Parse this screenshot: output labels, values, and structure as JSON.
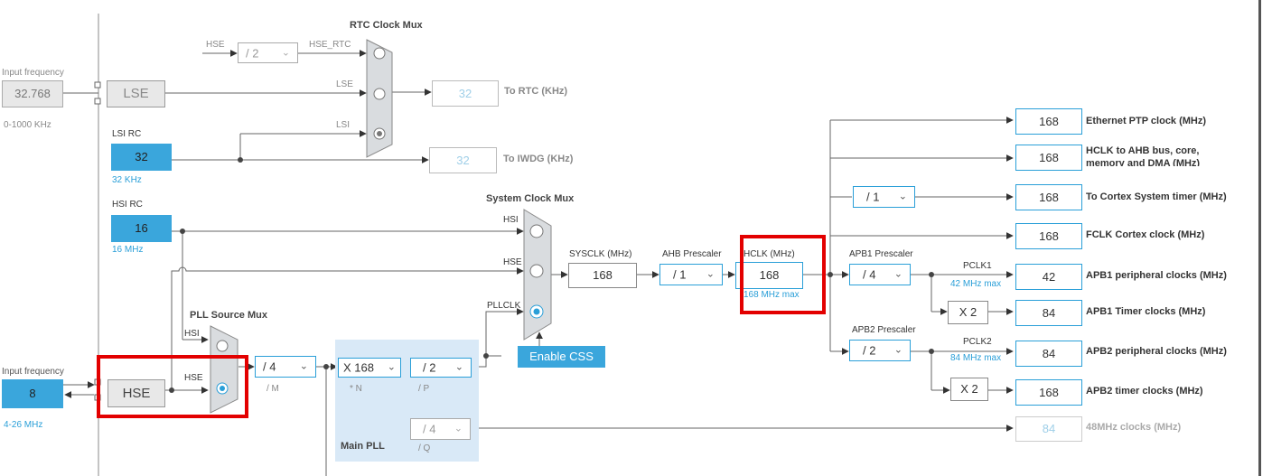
{
  "lse": {
    "input_caption": "Input frequency",
    "input_value": "32.768",
    "input_range": "0-1000 KHz",
    "source_label": "LSE"
  },
  "lsi": {
    "title": "LSI RC",
    "value": "32",
    "unit": "32 KHz"
  },
  "hsi": {
    "title": "HSI RC",
    "value": "16",
    "unit": "16 MHz"
  },
  "hse": {
    "input_caption": "Input frequency",
    "input_value": "8",
    "input_range": "4-26 MHz",
    "source_label": "HSE"
  },
  "rtc": {
    "mux_title": "RTC Clock Mux",
    "hse_in": "HSE",
    "hse_div": "/ 2",
    "hse_rtc": "HSE_RTC",
    "lse_in": "LSE",
    "lsi_in": "LSI",
    "rtc_value": "32",
    "rtc_label": "To RTC (KHz)",
    "iwdg_value": "32",
    "iwdg_label": "To IWDG (KHz)"
  },
  "pll_mux": {
    "title": "PLL Source Mux",
    "hsi": "HSI",
    "hse": "HSE"
  },
  "pll": {
    "m_value": "/ 4",
    "m_label": "/ M",
    "n_value": "X 168",
    "n_label": "* N",
    "p_value": "/ 2",
    "p_label": "/ P",
    "q_value": "/ 4",
    "q_label": "/ Q",
    "title": "Main PLL"
  },
  "sys_mux": {
    "title": "System Clock Mux",
    "hsi": "HSI",
    "hse": "HSE",
    "pllclk": "PLLCLK",
    "enable_css": "Enable CSS"
  },
  "sysclk": {
    "label": "SYSCLK (MHz)",
    "value": "168"
  },
  "ahb": {
    "label": "AHB Prescaler",
    "value": "/ 1"
  },
  "hclk": {
    "label": "HCLK (MHz)",
    "value": "168",
    "max": "168 MHz max"
  },
  "apb1": {
    "label": "APB1 Prescaler",
    "value": "/ 4",
    "pclk": "PCLK1",
    "max": "42 MHz max",
    "timer_mult": "X 2"
  },
  "apb2": {
    "label": "APB2 Prescaler",
    "value": "/ 2",
    "pclk": "PCLK2",
    "max": "84 MHz max",
    "timer_mult": "X 2"
  },
  "cortex_div": "/ 1",
  "outputs": [
    {
      "value": "168",
      "label": "Ethernet PTP clock (MHz)"
    },
    {
      "value": "168",
      "label": "HCLK to AHB bus, core, memory and DMA (MHz)"
    },
    {
      "value": "168",
      "label": "To Cortex System timer (MHz)"
    },
    {
      "value": "168",
      "label": "FCLK Cortex clock (MHz)"
    },
    {
      "value": "42",
      "label": "APB1 peripheral clocks (MHz)"
    },
    {
      "value": "84",
      "label": "APB1 Timer clocks (MHz)"
    },
    {
      "value": "84",
      "label": "APB2 peripheral clocks (MHz)"
    },
    {
      "value": "168",
      "label": "APB2 timer clocks (MHz)"
    },
    {
      "value": "84",
      "label": "48MHz clocks (MHz)"
    }
  ],
  "colors": {
    "accent": "#2a9fd8",
    "fill": "#3aa6dc",
    "highlight": "#e30000",
    "pll_bg": "#d9e9f7"
  }
}
